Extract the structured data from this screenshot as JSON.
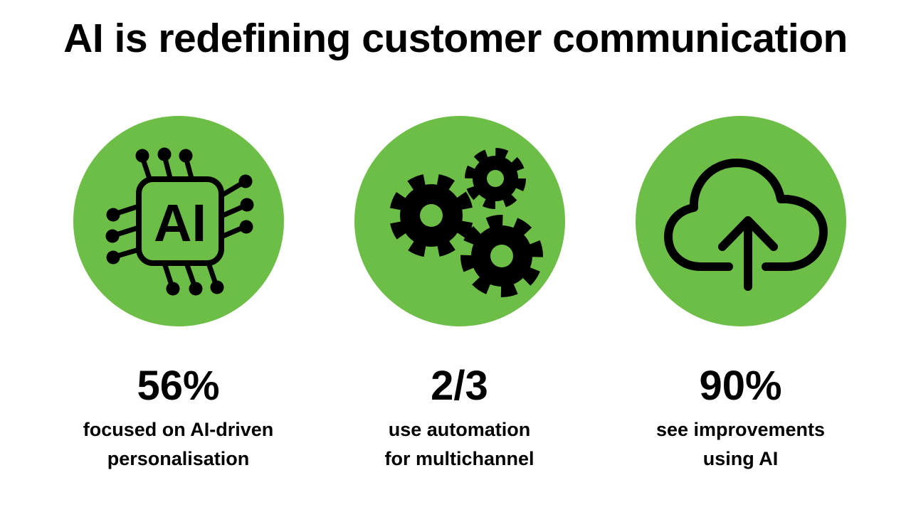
{
  "title": "AI is redefining customer communication",
  "colors": {
    "accent_green": "#6CBE46",
    "icon_black": "#000000",
    "background": "#FFFFFF"
  },
  "stats": [
    {
      "icon": "ai-chip-icon",
      "icon_label": "AI",
      "value": "56%",
      "desc_lines": [
        "focused on AI-driven",
        "personalisation"
      ]
    },
    {
      "icon": "gears-icon",
      "value": "2/3",
      "desc_lines": [
        "use automation",
        "for multichannel"
      ]
    },
    {
      "icon": "cloud-upload-icon",
      "value": "90%",
      "desc_lines": [
        "see improvements",
        "using AI"
      ]
    }
  ]
}
